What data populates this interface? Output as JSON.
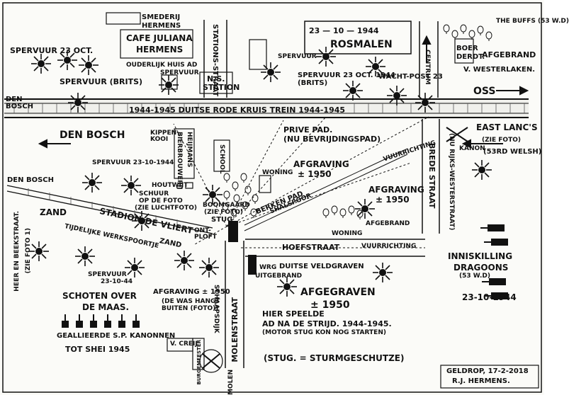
{
  "map": {
    "title_date": "23 — 10 — 1944",
    "title_place": "ROSMALEN",
    "signature_line1": "GELDROP, 17-2-2018",
    "signature_line2": "R.J. HERMENS.",
    "legend_stug": "(STUG. = STURMGESCHUTZE)"
  },
  "labels": {
    "smederij": "SMEDERIJ",
    "hermens_top": "HERMENS",
    "cafe": "CAFE JULIANA",
    "cafe2": "HERMENS",
    "ouderlijk": "OUDERLIJK HUIS AD",
    "sperv_23oct": "SPERVUUR 23 OCT.",
    "sperv_brits": "SPERVUUR (BRITS)",
    "sperv_small": "SPERVUUR",
    "stationsstraat": "STATIONS-STRAAT",
    "ns_station1": "N.S.",
    "ns_station2": "STATION",
    "sperv_mid": "SPERVUUR",
    "sperv_23oct_1944": "SPERVUUR 23 OCT. 1944",
    "brits": "(BRITS)",
    "wachtpost": "WACHT-POST 23",
    "centrum": "CENTRUM",
    "the_buffs": "THE BUFFS (53 W.D)",
    "boer": "BOER",
    "derdt": "DERDT.",
    "afgebrand_top": "AFGEBRAND",
    "westerlaken": "V. WESTERLAKEN.",
    "oss": "OSS",
    "den_bosch_left": "DEN BOSCH",
    "trein": "1944-1945 DUITSE RODE KRUIS TREIN 1944-1945",
    "den_bosch_big": "DEN BOSCH",
    "kippenkooi": "KIPPEN-KOOI",
    "bierbrouwerij": "BIERBROUWERIJ",
    "heijmans": "HEIJMANS",
    "school": "SCHOOL",
    "prive_pad": "PRIVE PAD.",
    "bevrijdingspad": "(NU BEVRIJDINGSPAD)",
    "east_lancs": "EAST LANC'S",
    "zie_foto": "(ZIE FOTO)",
    "kanon": "KANON",
    "welsh": "(53RD WELSH)",
    "sperv_23_10": "SPERVUUR 23-10-1944",
    "woning": "WONING",
    "afgraving1": "AFGRAVING",
    "afgraving1_year": "± 1950",
    "vuurrichting": "VUURRICHTING",
    "brede_straat": "BREDE STRAAT",
    "nu_rijksweg": "(NU RIJKS-WESTERSTRAAT)",
    "den_bosch_diag": "DEN BOSCH",
    "zand": "ZAND",
    "houtwijt": "HOUTWIJT",
    "schuur": "SCHUUR",
    "op_de_foto": "OP DE FOTO",
    "zie_luchtfoto": "(ZIE LUCHTFOTO)",
    "boomgaard": "BOOMGAARD",
    "zie_foto2": "(ZIE FOTO)",
    "berken_pad": "BERKEN PAD",
    "shelspoor": "SHALSPOOR",
    "afgraving2": "AFGRAVING",
    "afgraving2_year": "± 1950",
    "afgebrand_mid": "AFGEBRAND",
    "woning2": "WONING",
    "stug": "STUG",
    "ontploffing": "ONT-PLOFT",
    "stadion": "STADION",
    "de_vliert": "DE VLIERT",
    "tijdelijke": "TIJDELIJKE WERKSPOORTJE",
    "zand2": "ZAND",
    "hoefstraat": "HOEFSTRAAT",
    "vuurrichting2": "VUURRICHTING",
    "duitse_veldgraven": "DUITSE VELDGRAVEN",
    "wrg": "WRG",
    "uitgebrand": "UITGEBRAND",
    "inniskilling": "INNISKILLING",
    "dragoons": "DRAGOONS",
    "dragoons_53": "(53 W.D)",
    "date_right": "23-10-1944",
    "heer_en_beek": "HEER EN BEEKSTRAAT.",
    "zie_foto3": "(ZIE FOTO 1)",
    "spervuur_low": "SPERVUUR",
    "spervuur_low_date": "23-10-44",
    "schoten": "SCHOTEN OVER",
    "de_maas": "DE MAAS.",
    "afgraving3": "AFGRAVING ± 1950",
    "was_hangs": "(DE WAS HANGT",
    "buiten": "BUITEN (FOTO))",
    "afgegraven": "AFGEGRAVEN",
    "afgegraven_year": "± 1950",
    "hier_speelde": "HIER SPEELDE",
    "ad_na": "AD NA DE STRIJD. 1944-1945.",
    "motor_stug": "(MOTOR STUG KON NOG STARTEN)",
    "geallieerde": "GEALLIEERDE S.P. KANONNEN",
    "tot_shei": "TOT SHEI 1945",
    "schaapsdijk": "SCHAAPSDIJK",
    "molenstraat": "MOLENSTRAAT",
    "molen": "MOLEN",
    "burgermeester": "BURGEMEESTER",
    "v_creij": "V. CREIJ"
  }
}
